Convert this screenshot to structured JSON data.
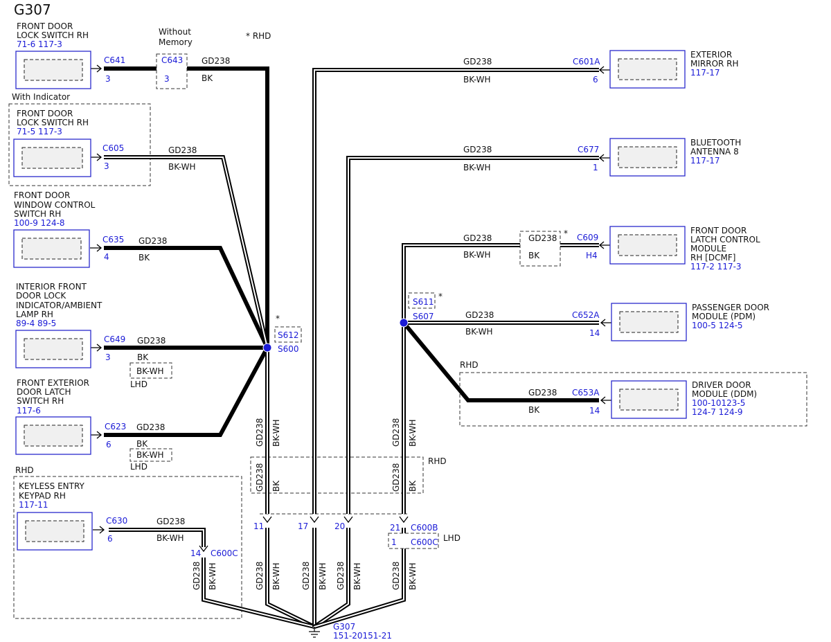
{
  "title": "G307",
  "note_rhd": "* RHD",
  "components": {
    "c641_switch": {
      "name_1": "FRONT DOOR",
      "name_2": "LOCK SWITCH RH",
      "refs": "71-6  117-3",
      "connector": "C641",
      "pin": "3"
    },
    "c643": {
      "label_1": "Without",
      "label_2": "Memory",
      "connector": "C643",
      "pin": "3"
    },
    "with_indicator": "With Indicator",
    "c605_switch": {
      "name_1": "FRONT DOOR",
      "name_2": "LOCK SWITCH RH",
      "refs": "71-5  117-3",
      "connector": "C605",
      "pin": "3"
    },
    "c635_switch": {
      "name_1": "FRONT DOOR",
      "name_2": "WINDOW CONTROL",
      "name_3": "SWITCH RH",
      "refs": "100-9  124-8",
      "connector": "C635",
      "pin": "4"
    },
    "c649_lamp": {
      "name_1": "INTERIOR FRONT",
      "name_2": "DOOR LOCK",
      "name_3": "INDICATOR/AMBIENT",
      "name_4": "LAMP RH",
      "refs": "89-4  89-5",
      "connector": "C649",
      "pin": "3"
    },
    "c623_switch": {
      "name_1": "FRONT EXTERIOR",
      "name_2": "DOOR LATCH",
      "name_3": "SWITCH RH",
      "refs": "117-6",
      "connector": "C623",
      "pin": "6"
    },
    "keypad": {
      "group": "RHD",
      "name_1": "KEYLESS ENTRY",
      "name_2": "KEYPAD RH",
      "refs": "117-11",
      "connector": "C630",
      "pin": "6"
    },
    "c600c_keypad": {
      "connector": "C600C",
      "pin": "14"
    },
    "mirror": {
      "name_1": "EXTERIOR",
      "name_2": "MIRROR RH",
      "refs": "117-17",
      "connector": "C601A",
      "pin": "6"
    },
    "bluetooth": {
      "name_1": "BLUETOOTH",
      "name_2": "ANTENNA 8",
      "refs": "117-17",
      "connector": "C677",
      "pin": "1"
    },
    "latch": {
      "name_1": "FRONT DOOR",
      "name_2": "LATCH CONTROL",
      "name_3": "MODULE",
      "name_4": "RH [DCMF]",
      "refs": "117-2 117-3",
      "connector": "C609",
      "pin": "H4"
    },
    "pdm": {
      "name_1": "PASSENGER DOOR",
      "name_2": "MODULE (PDM)",
      "refs": "100-5 124-5",
      "connector": "C652A",
      "pin": "14"
    },
    "ddm": {
      "group": "RHD",
      "name_1": "DRIVER DOOR",
      "name_2": "MODULE (DDM)",
      "refs_1": "100-10123-5",
      "refs_2": "124-7 124-9",
      "connector": "C653A",
      "pin": "14"
    }
  },
  "wires": {
    "circuit": "GD238",
    "bk": "BK",
    "bk_wh": "BK-WH",
    "lhd": "LHD",
    "rhd": "RHD",
    "star": "*"
  },
  "splices": {
    "s600": "S600",
    "s612": "S612",
    "s607": "S607",
    "s611": "S611"
  },
  "c600b": {
    "connector": "C600B",
    "pins": [
      "11",
      "17",
      "20",
      "21"
    ]
  },
  "c600c_lhd": {
    "connector": "C600C",
    "pin": "1"
  },
  "ground": {
    "name": "G307",
    "refs": "151-20151-21"
  },
  "colors": {
    "wire": "#000000",
    "reference_text": "#1a1ad6",
    "component_border": "#2a2acc",
    "splice_dot": "#1a1ad6"
  }
}
